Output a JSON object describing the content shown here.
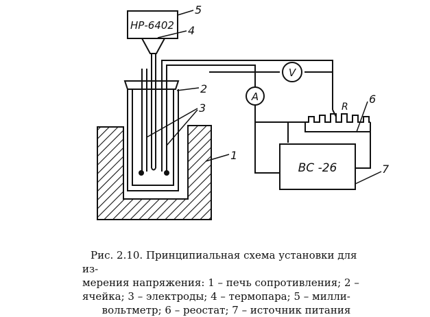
{
  "diagram": {
    "device_labels": {
      "millivoltmeter": "НР-6402",
      "power_source": "ВС -26",
      "ammeter": "А",
      "voltmeter": "V",
      "rheostat_letter": "R"
    },
    "callouts": {
      "furnace": "1",
      "cell": "2",
      "electrodes": "3",
      "thermocouple": "4",
      "millivoltmeter": "5",
      "rheostat": "6",
      "power_source": "7"
    }
  },
  "caption": {
    "line1": "Рис. 2.10. Принципиальная схема установки для из-",
    "line2": "мерения напряжения: 1 – печь сопротивления; 2 –",
    "line3": "ячейка; 3 – электроды; 4 – термопара; 5 – милли-",
    "line4": "вольтметр; 6 – реостат; 7 – источник питания"
  }
}
